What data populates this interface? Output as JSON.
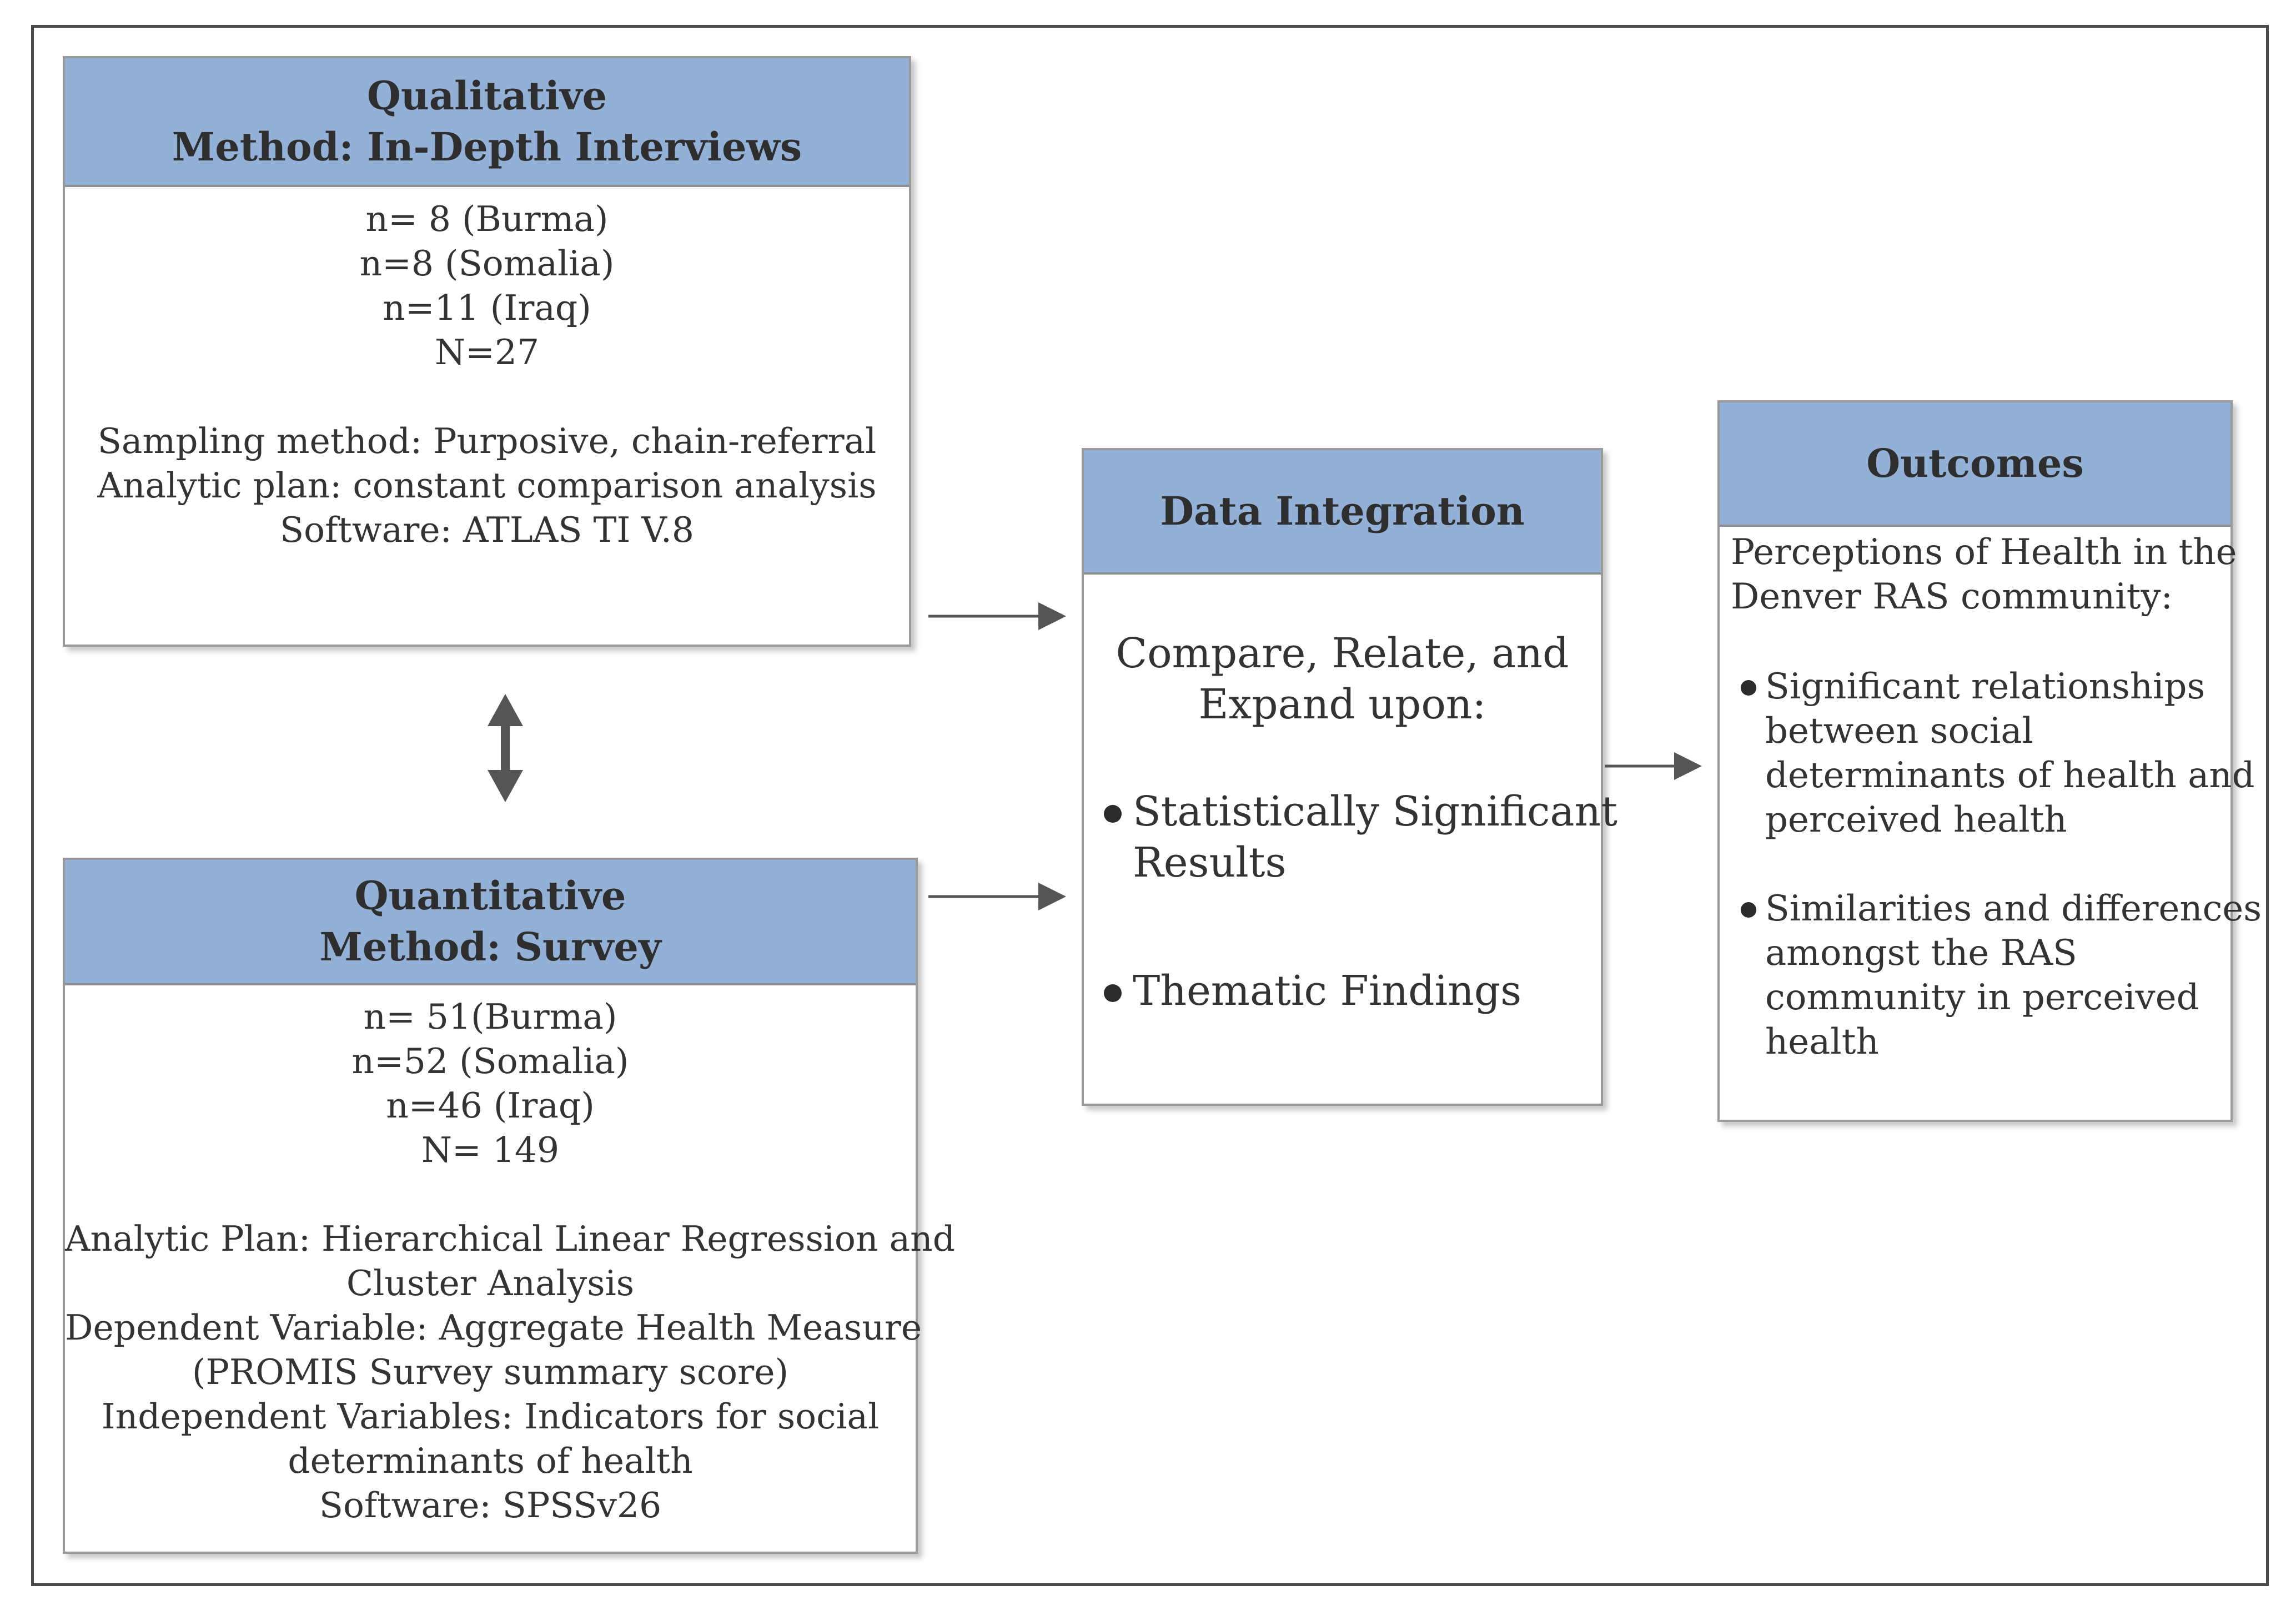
{
  "qualitative": {
    "title_line1": "Qualitative",
    "title_line2": "Method: In-Depth Interviews",
    "lines": [
      "n= 8 (Burma)",
      "n=8 (Somalia)",
      "n=11 (Iraq)",
      "N=27",
      "",
      "Sampling method: Purposive, chain-referral",
      "Analytic plan: constant comparison analysis",
      "Software: ATLAS TI V.8"
    ]
  },
  "quantitative": {
    "title_line1": "Quantitative",
    "title_line2": "Method: Survey",
    "lines": [
      "n= 51(Burma)",
      "n=52 (Somalia)",
      "n=46 (Iraq)",
      "N= 149",
      "",
      "Analytic Plan: Hierarchical Linear Regression and",
      "Cluster Analysis",
      "Dependent Variable:  Aggregate Health Measure",
      "(PROMIS Survey summary score)",
      "Independent Variables: Indicators for social",
      "determinants of health",
      "Software: SPSSv26"
    ]
  },
  "integration": {
    "title": "Data Integration",
    "intro_line1": "Compare, Relate, and",
    "intro_line2": "Expand upon:",
    "bullets": [
      {
        "line1": "Statistically Significant",
        "line2": "Results"
      },
      {
        "line1": "Thematic Findings",
        "line2": ""
      }
    ]
  },
  "outcomes": {
    "title": "Outcomes",
    "intro_line1": "Perceptions of Health in the",
    "intro_line2": "Denver RAS community:",
    "bullets": [
      {
        "lines": [
          "Significant relationships",
          "between social",
          "determinants of health and",
          "perceived health"
        ]
      },
      {
        "lines": [
          "Similarities and differences",
          "amongst the RAS",
          "community in perceived",
          "health"
        ]
      }
    ]
  },
  "colors": {
    "header_fill": "#93b1d7",
    "box_border": "#9a9a9a",
    "arrow": "#555555",
    "frame": "#4a4a4a"
  }
}
